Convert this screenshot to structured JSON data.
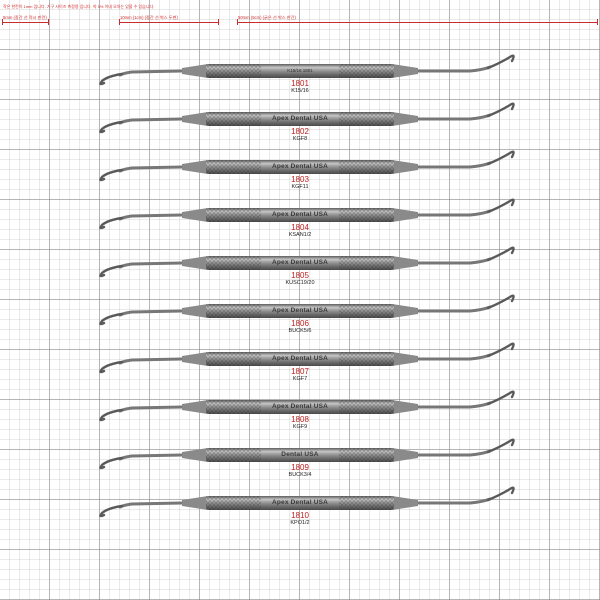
{
  "notes": {
    "top": "작은 한칸이 1mm 입니다.  기구 사이즈 측정용 입니다. 약 5% 이내 오차는 있을 수 있습니다.",
    "scale_5mm": "5mm (중간 선 적시 판란)",
    "scale_10mm": "10mm (1cm) (중간 선 박스 두변)",
    "scale_50mm": "50mm (5cm) (굵은 선 박스 한간)"
  },
  "instruments": [
    {
      "number": "1801",
      "code": "K15/16",
      "brand": "",
      "stamp": "K15/16   1801"
    },
    {
      "number": "1802",
      "code": "KGF8",
      "brand": "Apex Dental USA",
      "stamp": ""
    },
    {
      "number": "1803",
      "code": "KGF11",
      "brand": "Apex Dental USA",
      "stamp": ""
    },
    {
      "number": "1804",
      "code": "KSAN1/2",
      "brand": "Apex Dental USA",
      "stamp": ""
    },
    {
      "number": "1805",
      "code": "KUSC19/20",
      "brand": "Apex Dental USA",
      "stamp": ""
    },
    {
      "number": "1806",
      "code": "BUCK5/6",
      "brand": "Apex Dental USA",
      "stamp": ""
    },
    {
      "number": "1807",
      "code": "KGF7",
      "brand": "Apex Dental USA",
      "stamp": ""
    },
    {
      "number": "1808",
      "code": "KGF9",
      "brand": "Apex Dental USA",
      "stamp": ""
    },
    {
      "number": "1809",
      "code": "BUCK3/4",
      "brand": "Dental USA",
      "stamp": ""
    },
    {
      "number": "1810",
      "code": "KPO1/2",
      "brand": "Apex Dental USA",
      "stamp": ""
    }
  ]
}
